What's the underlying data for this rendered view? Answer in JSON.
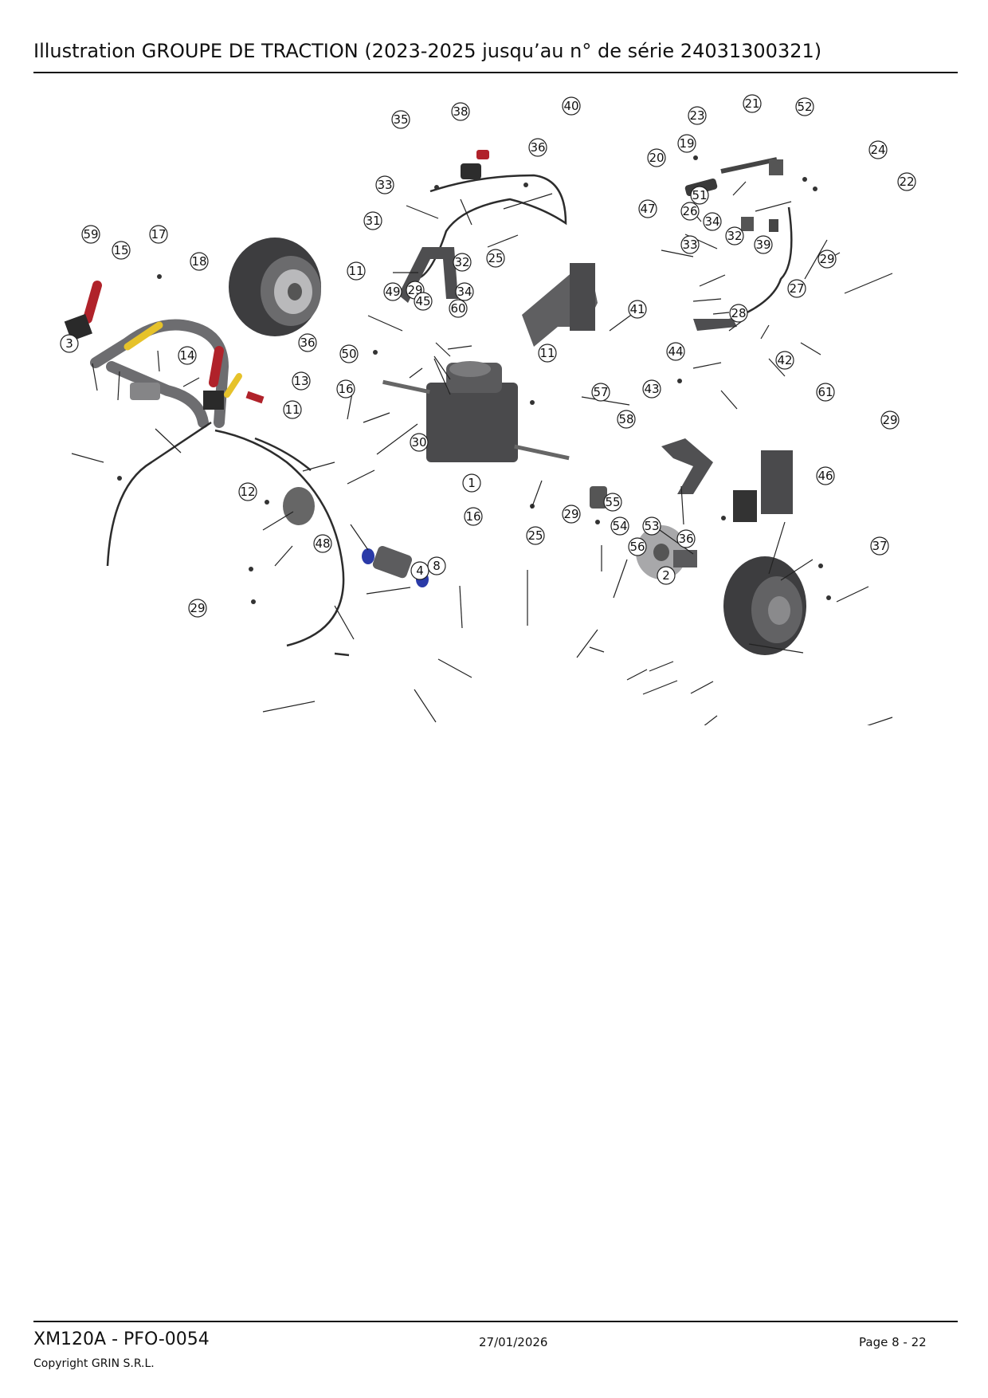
{
  "header": {
    "title": "Illustration  GROUPE DE TRACTION (2023-2025 jusqu’au n° de série 24031300321)"
  },
  "footer": {
    "code": "XM120A - PFO-0054",
    "date": "27/01/2026",
    "page": "Page 8 - 22",
    "copyright": "Copyright GRIN S.R.L."
  },
  "callouts": [
    "38",
    "40",
    "35",
    "36",
    "33",
    "31",
    "25",
    "32",
    "29",
    "34",
    "60",
    "21",
    "52",
    "23",
    "19",
    "20",
    "24",
    "22",
    "51",
    "26",
    "34",
    "32",
    "39",
    "33",
    "29",
    "27",
    "28",
    "47",
    "41",
    "59",
    "17",
    "15",
    "18",
    "3",
    "14",
    "13",
    "11",
    "12",
    "11",
    "49",
    "45",
    "36",
    "50",
    "16",
    "30",
    "1",
    "11",
    "25",
    "57",
    "58",
    "29",
    "55",
    "54",
    "53",
    "56",
    "36",
    "44",
    "43",
    "42",
    "61",
    "29",
    "46",
    "37",
    "2",
    "16",
    "4",
    "8",
    "48",
    "29"
  ],
  "colors": {
    "accent_red": "#b0222a",
    "accent_yellow": "#e6c22a",
    "accent_blue": "#2a3aa8"
  }
}
